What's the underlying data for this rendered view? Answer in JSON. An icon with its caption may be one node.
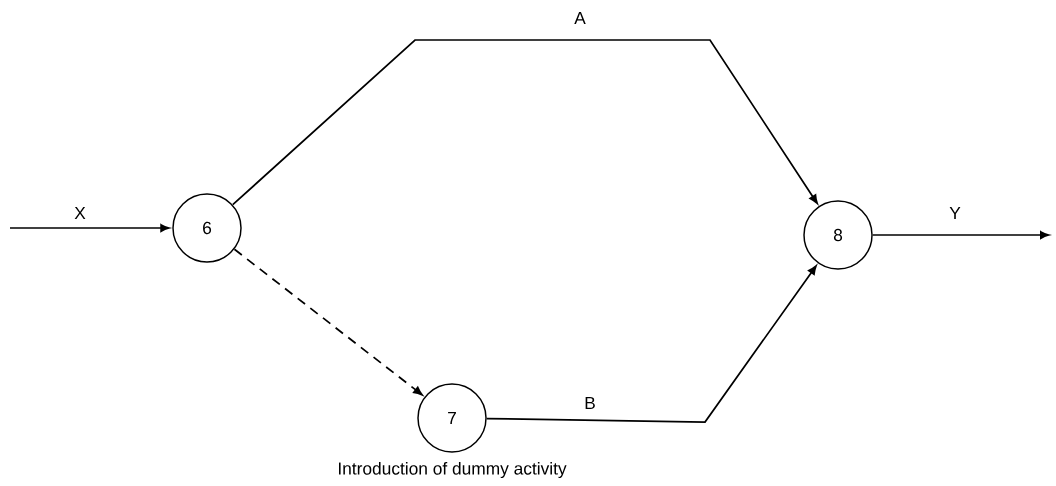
{
  "diagram": {
    "caption": "Introduction of dummy activity",
    "nodes": [
      {
        "text": [
          "6"
        ]
      },
      {
        "text": [
          "7"
        ]
      },
      {
        "text": [
          "8"
        ]
      }
    ],
    "edges": [
      {
        "from": null,
        "to": 0,
        "arrow": "to",
        "label": "X"
      },
      {
        "from": 0,
        "to": 2,
        "arrow": "to",
        "label": "A"
      },
      {
        "from": 0,
        "to": 1,
        "arrow": "to",
        "style": "dashed"
      },
      {
        "from": 1,
        "to": 2,
        "arrow": "to",
        "label": "B"
      },
      {
        "from": 2,
        "to": null,
        "arrow": "to",
        "label": "Y"
      }
    ]
  }
}
